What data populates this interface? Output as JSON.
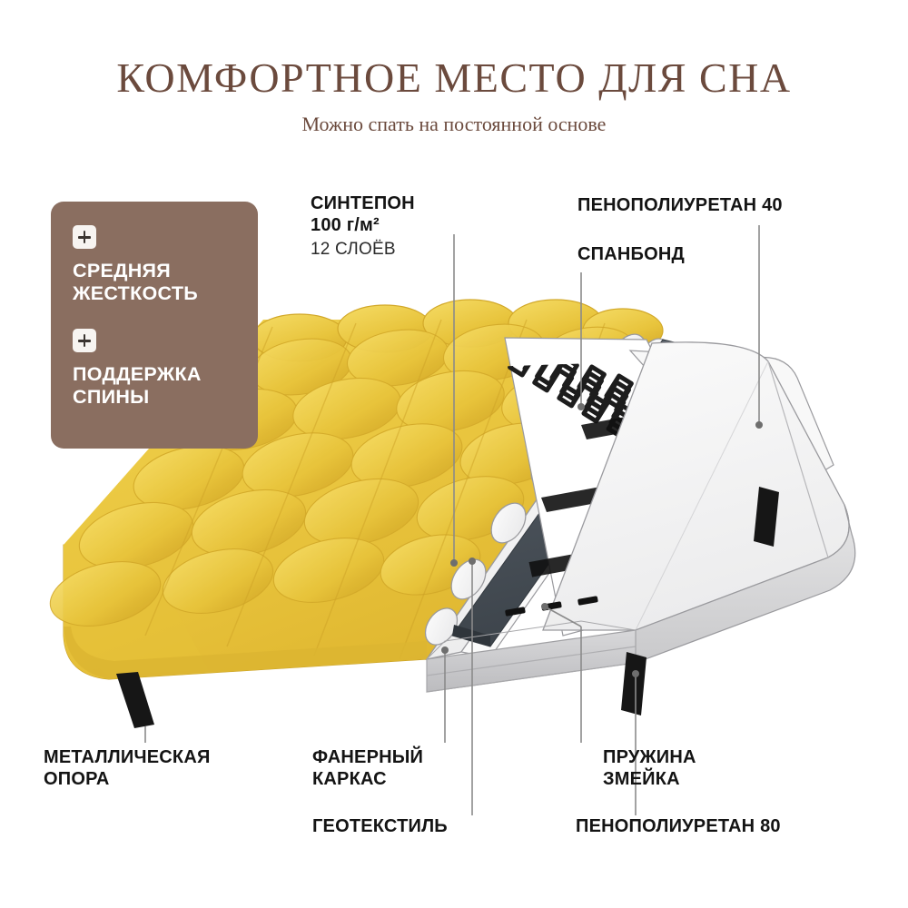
{
  "header": {
    "title": "КОМФОРТНОЕ МЕСТО ДЛЯ СНА",
    "subtitle": "Можно спать на постоянной основе"
  },
  "feature_badge": {
    "items": [
      {
        "icon": "plus-icon",
        "label": "СРЕДНЯЯ\nЖЕСТКОСТЬ"
      },
      {
        "icon": "plus-icon",
        "label": "ПОДДЕРЖКА\nСПИНЫ"
      }
    ]
  },
  "callouts": [
    {
      "id": "sintepon",
      "title": "СИНТЕПОН\n100 г/м²",
      "sub": "12 СЛОЁВ"
    },
    {
      "id": "ppu40",
      "title": "ПЕНОПОЛИУРЕТАН 40",
      "sub": ""
    },
    {
      "id": "spanbond",
      "title": "СПАНБОНД",
      "sub": ""
    },
    {
      "id": "metal-support",
      "title": "МЕТАЛЛИЧЕСКАЯ\nОПОРА",
      "sub": ""
    },
    {
      "id": "plywood-frame",
      "title": "ФАНЕРНЫЙ\nКАРКАС",
      "sub": ""
    },
    {
      "id": "geotextile",
      "title": "ГЕОТЕКСТИЛЬ",
      "sub": ""
    },
    {
      "id": "snake-spring",
      "title": "ПРУЖИНА\nЗМЕЙКА",
      "sub": ""
    },
    {
      "id": "ppu80",
      "title": "ПЕНОПОЛИУРЕТАН 80",
      "sub": ""
    }
  ],
  "colors": {
    "brand_brown": "#8a6e60",
    "title_brown": "#6b4a3d",
    "upholstery_yellow": "#e9c53e",
    "upholstery_yellow_dark": "#d4ad2c",
    "foam_white": "#f4f4f4",
    "geotextile_gray": "#4b525a",
    "leg_black": "#161616",
    "leader_line": "#8a8a8a",
    "label_black": "#141414",
    "background": "#ffffff"
  }
}
